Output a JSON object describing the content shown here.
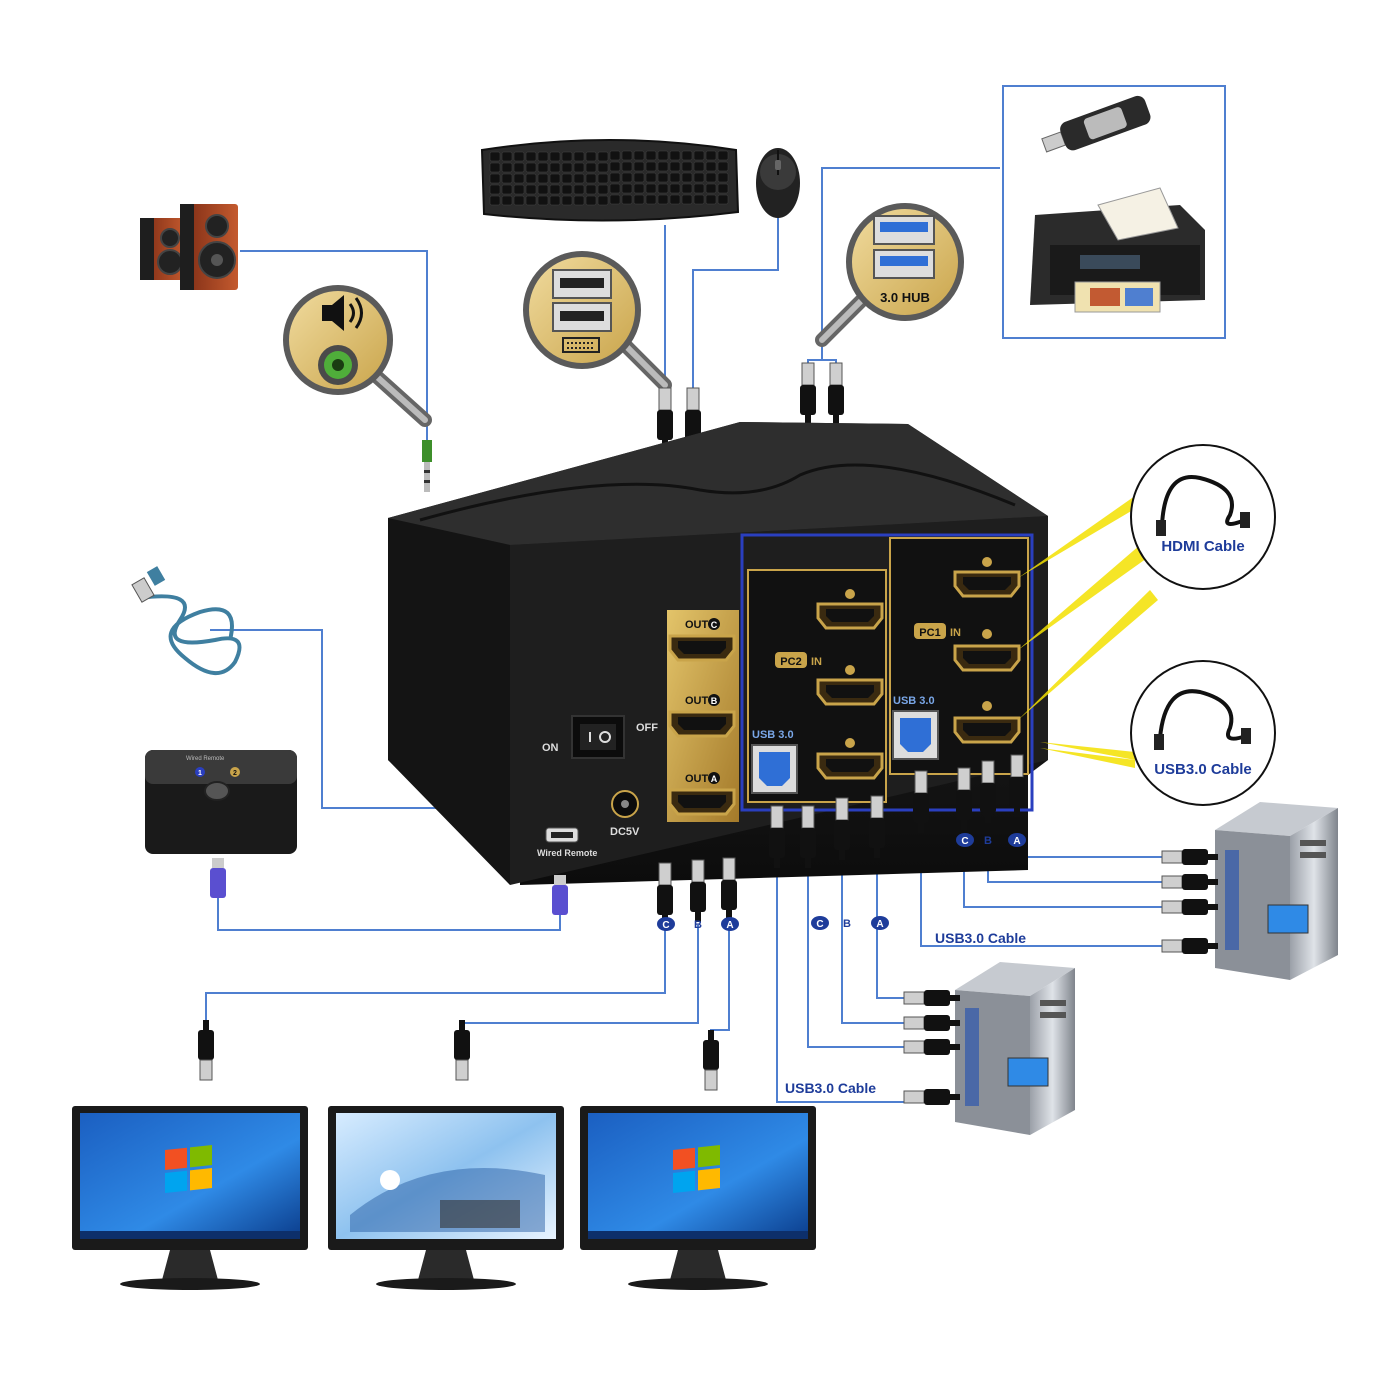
{
  "kvm": {
    "out_label": "OUT",
    "out_ports": [
      "C",
      "B",
      "A"
    ],
    "pc2_label": "PC2",
    "pc1_label": "PC1",
    "in_label": "IN",
    "usb_port_label": "USB 3.0",
    "on_label": "ON",
    "off_label": "OFF",
    "power_label": "DC5V",
    "remote_port_label": "Wired Remote"
  },
  "peripherals": {
    "hub_label": "3.0 HUB",
    "remote_title": "Wired Remote",
    "remote_buttons": [
      "1",
      "2"
    ]
  },
  "callouts": {
    "hdmi_cable": "HDMI Cable",
    "usb_cable": "USB3.0 Cable"
  },
  "cable_labels": {
    "pc1_usb": "USB3.0 Cable",
    "pc2_usb": "USB3.0 Cable"
  },
  "port_badges": {
    "monitor_outputs": [
      "C",
      "B",
      "A"
    ],
    "pc2_hdmi": [
      "C",
      "B",
      "A"
    ],
    "pc1_hdmi": [
      "C",
      "B",
      "A"
    ]
  },
  "colors": {
    "kvm_body": "#1b1b1b",
    "gold_panel": "#c9a44a",
    "connector_blue": "#2a3fbf",
    "usb_blue": "#2f6fd6",
    "badge_blue": "#1e3c9a",
    "callout_yellow": "#f3e000",
    "line_blue": "#4f7fd0"
  }
}
